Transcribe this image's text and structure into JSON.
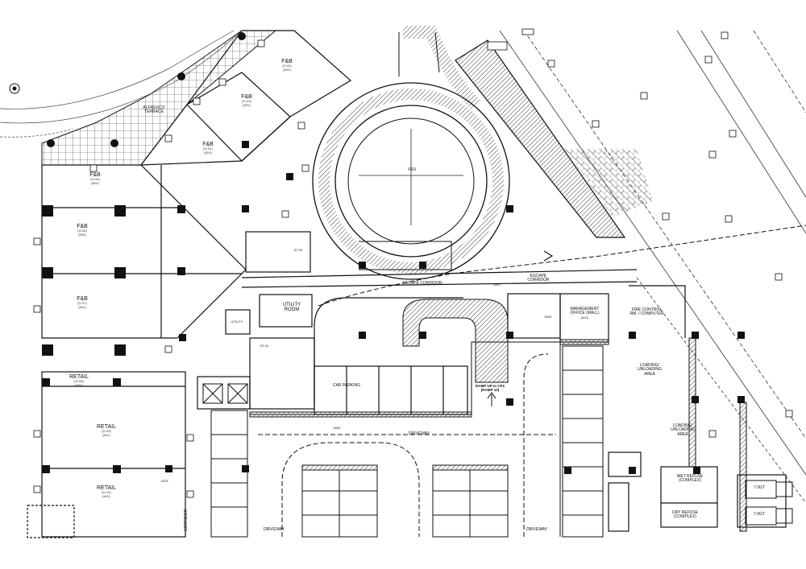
{
  "labels": {
    "fb_g02": {
      "name": "F&B",
      "code": "(G-02)",
      "tag": "(M/V)"
    },
    "fb_g03": {
      "name": "F&B",
      "code": "(G-03)",
      "tag": "(M/V)"
    },
    "fb_g04": {
      "name": "F&B",
      "code": "(G-04)",
      "tag": "(M/V)"
    },
    "fb_g05": {
      "name": "F&B",
      "code": "(G-05)",
      "tag": "(M/V)"
    },
    "fb_g06": {
      "name": "F&B",
      "code": "(G-06)",
      "tag": "(M/V)"
    },
    "fb_g07": {
      "name": "F&B",
      "code": "(G-07)",
      "tag": "(M/V)"
    },
    "retail_g08": {
      "name": "RETAIL",
      "code": "(G-08)",
      "tag": "(M/V)"
    },
    "retail_g09": {
      "name": "RETAIL",
      "code": "(G-09)",
      "tag": "(M/V)"
    },
    "retail_g10": {
      "name": "RETAIL",
      "code": "(G-10)",
      "tag": "(M/V)"
    },
    "alfresco": "ALFRESCO TERRACE",
    "vru": "VRU",
    "escape_corridor_1": "ESCAPE CORRIDOR",
    "escape_corridor_2": "ESCAPE CORRIDOR",
    "utility_room": "UTILITY ROOM",
    "utility": "UTILITY",
    "management_office": "MANAGEMENT OFFICE (MALL)",
    "management_office_ac": "(A/C)",
    "fire_control": "FIRE CONTROL RM. / COMPUTER",
    "loading_1": "LOADING/ UNLOADING AREA",
    "loading_2": "LOADING/ UNLOADING AREA",
    "wet_refuse": "WET REFUSE (COMPLEX)",
    "dry_refuse": "DRY REFUSE (COMPLEX)",
    "car_parking": "CAR PARKING",
    "driveway_main": "DRIVEWAY",
    "driveway_left": "DRIVEWAY",
    "driveway_right": "DRIVEWAY",
    "ramp_up": "RAMP UP to CP2 (RAMP 10)",
    "st09": "ST-09",
    "st01": "ST-01",
    "corridor_v": "CORRIDOR",
    "truck_1": "7.0GT",
    "truck_2": "7.0GT",
    "dim_2475": "2475",
    "dim_6000": "6000",
    "dim_5200": "5200",
    "dim_2000": "2000"
  }
}
